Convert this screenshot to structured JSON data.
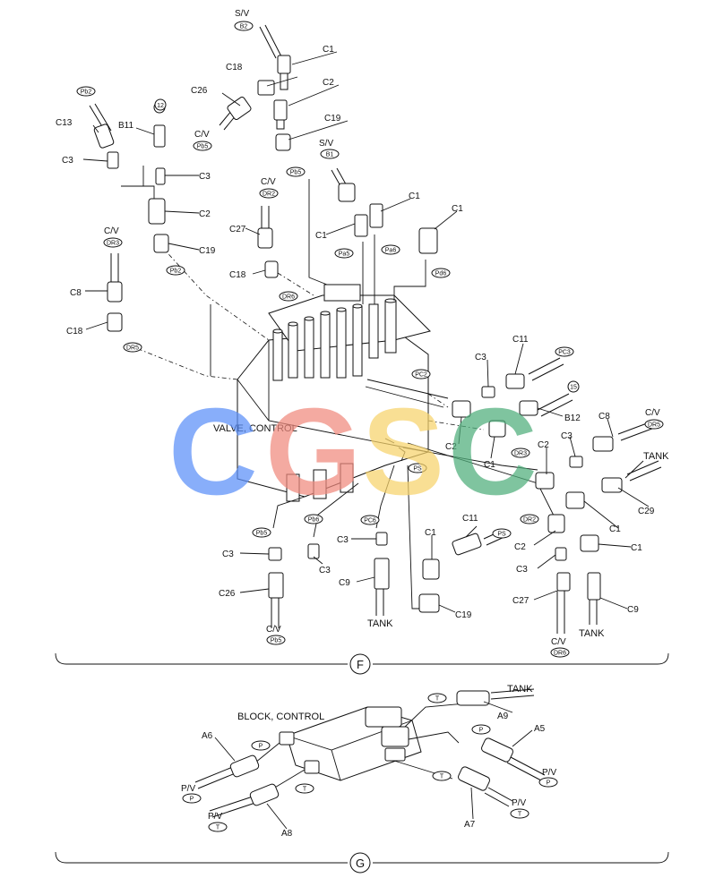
{
  "watermark": {
    "letters": [
      "C",
      "G",
      "S",
      "C"
    ],
    "colors": [
      "#5b8ff9",
      "#f08a7e",
      "#f7d36b",
      "#4fae7b"
    ]
  },
  "sections": {
    "f": {
      "marker": "F",
      "main_part": "VALVE, CONTROL",
      "labels": {
        "sv_b2": "S/V",
        "b2": "B2",
        "c1_a": "C1",
        "c18_a": "C18",
        "c2_a": "C2",
        "c26_a": "C26",
        "cv_pb5_top": "C/V",
        "pb5_top": "Pb5",
        "c19_a": "C19",
        "pb5_mid": "Pb5",
        "sv_b1": "S/V",
        "b1": "B1",
        "pb2_top": "Pb2",
        "c13": "C13",
        "b11": "B11",
        "n12": "12",
        "c3_a": "C3",
        "c3_b": "C3",
        "c2_b": "C2",
        "c19_b": "C19",
        "pb2_low": "Pb2",
        "cv_dr2": "C/V",
        "dr2_top": "DR2",
        "c27_a": "C27",
        "c18_b": "C18",
        "dr6_top": "DR6",
        "c1_b": "C1",
        "c1_c": "C1",
        "c1_d": "C1",
        "pa5": "Pa5",
        "pa6": "Pa6",
        "pd6": "Pd6",
        "cv_dr3": "C/V",
        "dr3_top": "DR3",
        "c8_a": "C8",
        "c18_c": "C18",
        "dr5_a": "DR5",
        "pc2": "PC2",
        "c3_c": "C3",
        "c11_a": "C11",
        "pc3": "PC3",
        "n15": "15",
        "b12": "B12",
        "c8_b": "C8",
        "cv_dr5": "C/V",
        "dr5_b": "DR5",
        "c2_c": "C2",
        "c1_e": "C1",
        "dr3_mid": "DR3",
        "c2_d": "C2",
        "c3_d": "C3",
        "tank_a": "TANK",
        "c1_f": "C1",
        "c29": "C29",
        "ps": "PS",
        "pb5_bot": "Pb5",
        "pb6": "Pb6",
        "pc6": "PC6",
        "c11_b": "C11",
        "c1_g": "C1",
        "ps_b": "PS",
        "dr2_low": "DR2",
        "c2_e": "C2",
        "c1_h": "C1",
        "c3_e": "C3",
        "c3_f": "C3",
        "c3_g": "C3",
        "c3_h": "C3",
        "c26_b": "C26",
        "c9_a": "C9",
        "tank_b": "TANK",
        "c19_c": "C19",
        "c27_b": "C27",
        "c9_b": "C9",
        "tank_c": "TANK",
        "cv_pb5_bot": "C/V",
        "pb5_end": "Pb5",
        "cv_dr6": "C/V",
        "dr6_end": "DR6"
      }
    },
    "g": {
      "marker": "G",
      "main_part": "BLOCK, CONTROL",
      "labels": {
        "tank": "TANK",
        "t_top": "T",
        "a9": "A9",
        "p_right": "P",
        "a5": "A5",
        "pv_right": "P/V",
        "p_right_end": "P",
        "a6": "A6",
        "p_left": "P",
        "pv_left": "P/V",
        "p_left_end": "P",
        "pv_left2": "P/V",
        "t_left_end": "T",
        "a8": "A8",
        "t_mid": "T",
        "t_right": "T",
        "a7": "A7",
        "pv_right2": "P/V",
        "t_right_end": "T"
      }
    }
  }
}
